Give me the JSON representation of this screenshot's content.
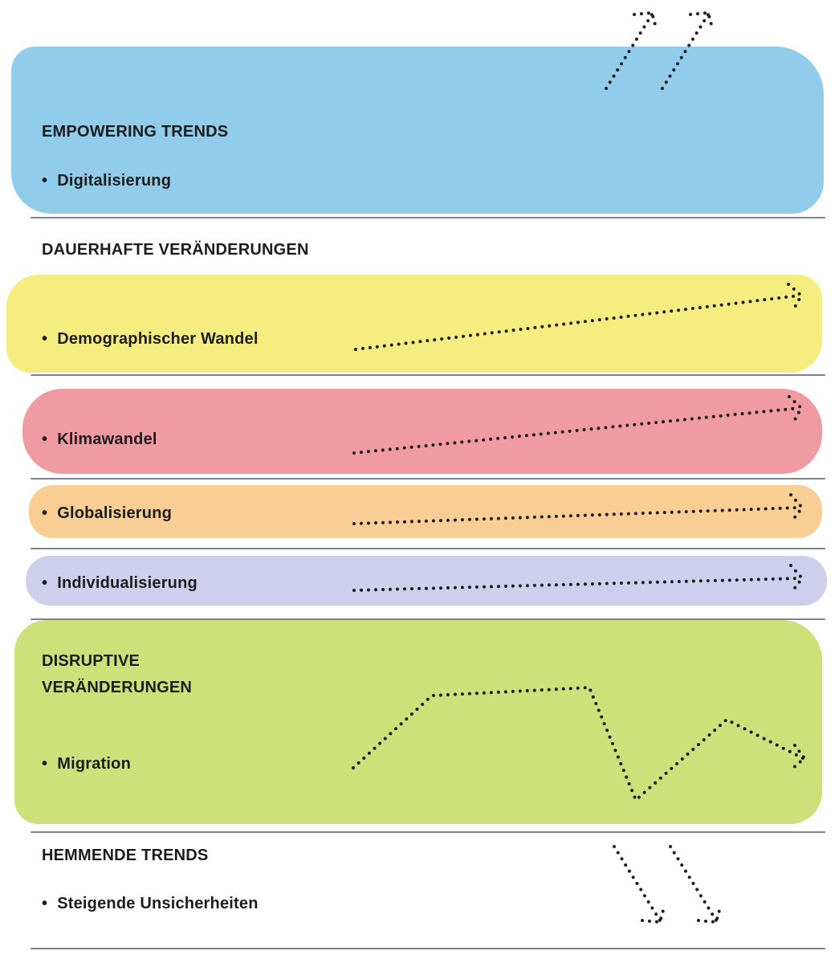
{
  "colors": {
    "empowering": "#7ec3e6",
    "demographic": "#f3ea6a",
    "climate": "#ec8a91",
    "globalization": "#f7c683",
    "individualization": "#c5c5ea",
    "disruptive": "#c4da63",
    "separator": "#7d848a"
  },
  "sections": {
    "empowering": {
      "heading": "EMPOWERING TRENDS",
      "items": [
        "Digitalisierung"
      ]
    },
    "permanent": {
      "heading": "DAUERHAFTE VERÄNDERUNGEN",
      "items": [
        "Demographischer Wandel",
        "Klimawandel",
        "Globalisierung",
        "Individualisierung"
      ]
    },
    "disruptive": {
      "heading_line1": "DISRUPTIVE",
      "heading_line2": "VERÄNDERUNGEN",
      "items": [
        "Migration"
      ]
    },
    "inhibiting": {
      "heading": "HEMMENDE TRENDS",
      "items": [
        "Steigende Unsicherheiten"
      ]
    }
  },
  "icons": {
    "up": "dotted-arrow-up-icon",
    "right": "dotted-arrow-right-icon",
    "zigzag": "dotted-zigzag-arrow-icon",
    "down": "dotted-arrow-down-icon"
  }
}
